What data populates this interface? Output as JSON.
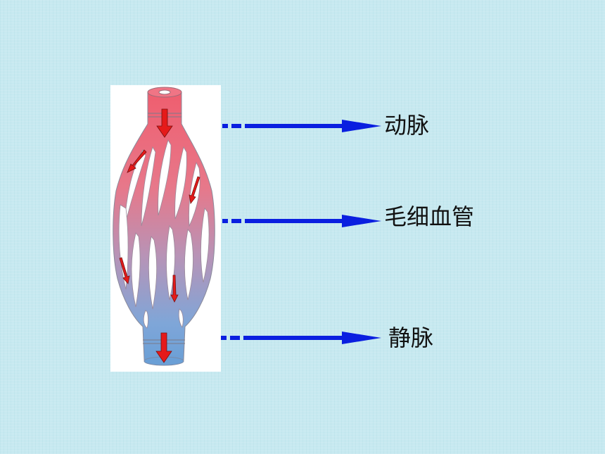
{
  "labels": {
    "artery": "动脉",
    "capillary": "毛细血管",
    "vein": "静脉"
  },
  "colors": {
    "background": "#c7e9f0",
    "artery_red": "#ee5a6c",
    "vein_blue": "#6aa0d8",
    "pointer_blue": "#0a1fe0",
    "flow_arrow": "#e51a1a"
  }
}
